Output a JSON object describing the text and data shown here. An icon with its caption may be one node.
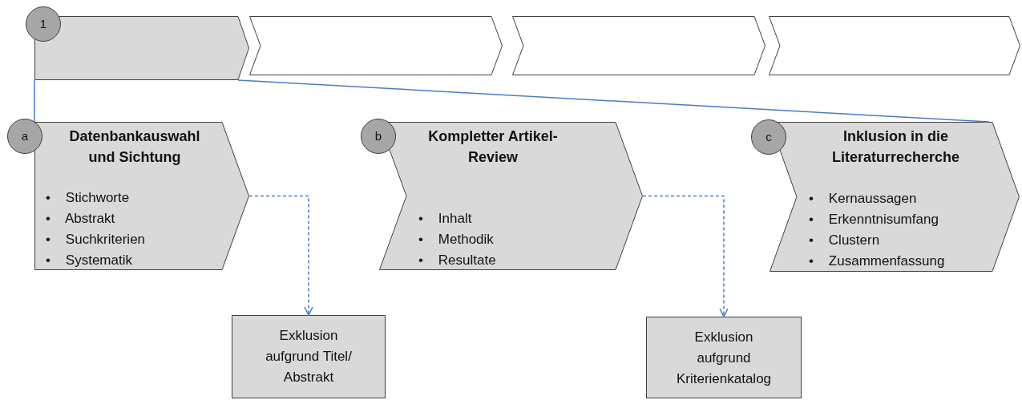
{
  "diagram": {
    "nodes": [
      {
        "text": [
          "1"
        ]
      },
      {
        "text": [],
        "shape": "chevron"
      },
      {
        "text": [],
        "shape": "chevron"
      },
      {
        "text": [],
        "shape": "chevron"
      },
      {
        "text": [],
        "shape": "chevron"
      },
      {
        "text": [
          "a"
        ]
      },
      {
        "text": [
          "Datenbankauswahl und Sichtung",
          "•    Stichworte",
          "•    Abstrakt",
          "•    Suchkriterien",
          "•    Systematik"
        ]
      },
      {
        "text": [
          "b"
        ]
      },
      {
        "text": [
          "Kompletter Artikel-Review",
          "•    Inhalt",
          "•    Methodik",
          "•    Resultate"
        ]
      },
      {
        "text": [
          "c"
        ]
      },
      {
        "text": [
          "Inklusion in die Literaturrecherche",
          "•    Kernaussagen",
          "•    Erkenntnisumfang",
          "•    Clustern",
          "•    Zusammenfassung"
        ]
      },
      {
        "text": [
          "Exklusion aufgrund Titel/ Abstrakt"
        ]
      },
      {
        "text": [
          "Exklusion aufgrund Kriterienkatalog"
        ]
      }
    ],
    "edges": [
      {
        "from": 1,
        "to": 6,
        "arrow": "none"
      },
      {
        "from": 1,
        "to": 10,
        "arrow": "none"
      },
      {
        "from": 6,
        "to": 11,
        "arrow": "to",
        "style": "dashed"
      },
      {
        "from": 8,
        "to": 12,
        "arrow": "to",
        "style": "dashed"
      }
    ]
  }
}
